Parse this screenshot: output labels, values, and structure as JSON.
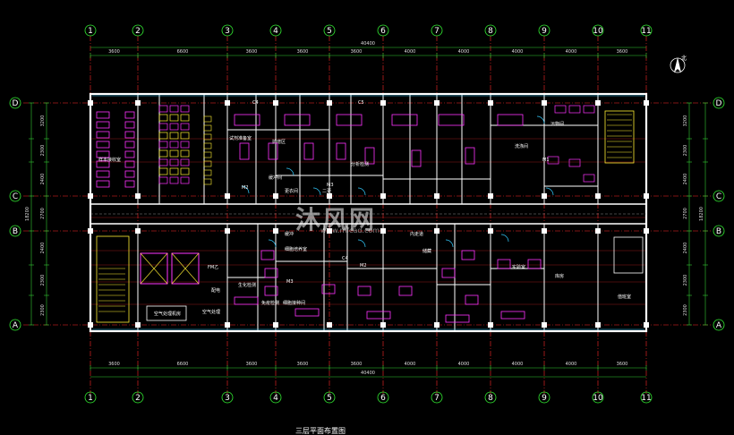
{
  "drawing": {
    "columns": [
      "1",
      "2",
      "3",
      "4",
      "5",
      "6",
      "7",
      "8",
      "9",
      "10",
      "11"
    ],
    "rows": [
      "D",
      "C",
      "B",
      "A"
    ],
    "top_dimensions": [
      "3600",
      "6600",
      "3600",
      "3600",
      "3600",
      "4000",
      "4000",
      "4000",
      "4000",
      "3600"
    ],
    "overall_dimension": "40400",
    "left_dimensions": [
      "3200",
      "2300",
      "2400",
      "2700",
      "2400",
      "2300",
      "2300"
    ],
    "overall_height": "18200",
    "north_label": "北",
    "rooms_upper": [
      "样本接收室",
      "试剂准备室",
      "扩增区",
      "分析检测",
      "缓冲间",
      "更衣间",
      "二更",
      "M1",
      "M2",
      "M3",
      "C4",
      "C5",
      "洗涤间",
      "污物间"
    ],
    "rooms_lower": [
      "空气处理机房",
      "FM乙",
      "空气处理",
      "配电",
      "生化检测",
      "免疫检测",
      "细胞培养室",
      "细胞接种间",
      "缓冲",
      "内走道",
      "储藏",
      "实验室",
      "库房",
      "值班室",
      "M2",
      "M3",
      "C4"
    ],
    "title": "三层平面布置图",
    "colors": {
      "grid": "#ff2a2a",
      "wall": "#ffffff",
      "dim": "#33cc33",
      "furniture": "#ff33ff",
      "equipment": "#ffee33",
      "door": "#33ccff"
    }
  },
  "watermark": {
    "text": "沐风网",
    "sub": "www.mfcad.com"
  }
}
